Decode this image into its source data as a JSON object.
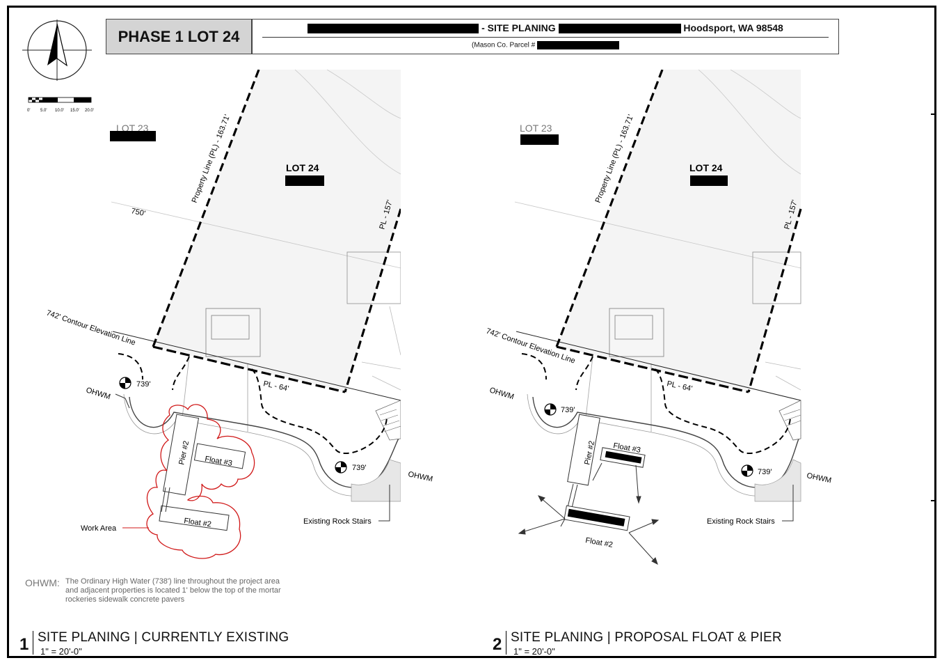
{
  "header": {
    "phase": "PHASE 1 LOT 24",
    "site_planing": "- SITE PLANING",
    "location": "Hoodsport, WA 98548",
    "parcel_prefix": "(Mason Co. Parcel #"
  },
  "scale_bar": {
    "ticks": [
      "0'",
      "5.0'",
      "10.0'",
      "15.0'",
      "20.0'"
    ]
  },
  "labels": {
    "lot23": "LOT 23",
    "lot24": "LOT 24",
    "property_line": "Property Line (PL) - 163.71'",
    "pl157": "PL - 157'",
    "pl64": "PL - 64'",
    "contour750": "750'",
    "contour742": "742' Contour Elevation Line",
    "elev739": "739'",
    "ohwm": "OHWM",
    "pier2": "Pier #2",
    "float3": "Float #3",
    "float2": "Float #2",
    "work_area": "Work Area",
    "rock_stairs": "Existing Rock Stairs"
  },
  "note": {
    "key": "OHWM:",
    "text": "The Ordinary High Water (738') line throughout the project area and adjacent properties is located 1' below the top of the mortar rockeries sidewalk concrete pavers"
  },
  "views": [
    {
      "number": "1",
      "title": "SITE PLANING | CURRENTLY EXISTING",
      "scale": "1\" = 20'-0\""
    },
    {
      "number": "2",
      "title": "SITE PLANING | PROPOSAL FLOAT & PIER",
      "scale": "1\" = 20'-0\""
    }
  ],
  "colors": {
    "work_area": "#d01818",
    "lot_fill": "#f4f4f4",
    "ink": "#000000"
  }
}
